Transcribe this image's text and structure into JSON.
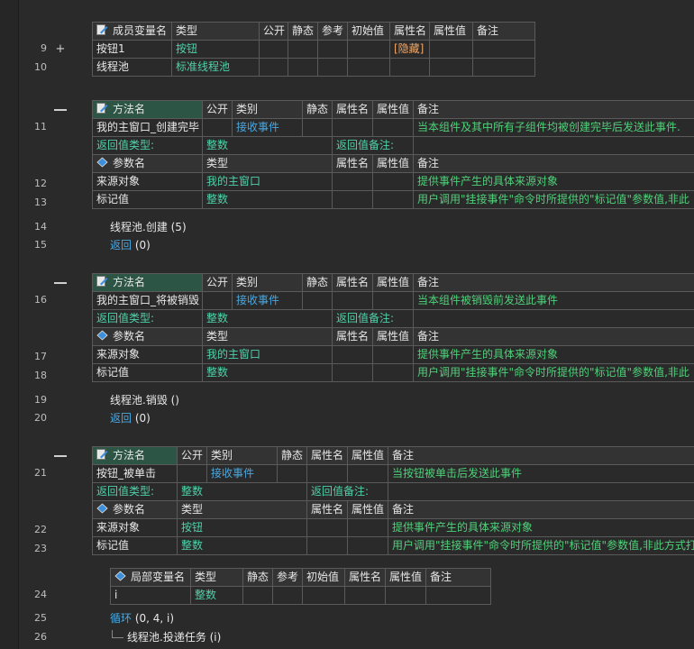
{
  "line_numbers": [
    "9",
    "10",
    "11",
    "12",
    "13",
    "14",
    "15",
    "16",
    "17",
    "18",
    "19",
    "20",
    "21",
    "22",
    "23",
    "24",
    "25",
    "26"
  ],
  "member_table": {
    "header": [
      "成员变量名",
      "类型",
      "公开",
      "静态",
      "参考",
      "初始值",
      "属性名",
      "属性值",
      "备注"
    ],
    "rows": [
      {
        "name": "按钮1",
        "type": "按钮",
        "attr_name": "[隐藏]"
      },
      {
        "name": "线程池",
        "type": "标准线程池"
      }
    ]
  },
  "method_header": [
    "方法名",
    "公开",
    "类别",
    "静态",
    "属性名",
    "属性值",
    "备注"
  ],
  "param_header": [
    "参数名",
    "类型",
    "属性名",
    "属性值",
    "备注"
  ],
  "return_type_label": "返回值类型:",
  "return_note_label": "返回值备注:",
  "methods": [
    {
      "name": "我的主窗口_创建完毕",
      "category": "接收事件",
      "return_type": "整数",
      "note": "当本组件及其中所有子组件均被创建完毕后发送此事件.",
      "params": [
        {
          "name": "来源对象",
          "type": "我的主窗口",
          "note": "提供事件产生的具体来源对象"
        },
        {
          "name": "标记值",
          "type": "整数",
          "note": "用户调用\"挂接事件\"命令时所提供的\"标记值\"参数值,非此"
        }
      ],
      "code": [
        {
          "text": "线程池.创建 (5)"
        },
        {
          "keyword": "返回",
          "text": " (0)"
        }
      ]
    },
    {
      "name": "我的主窗口_将被销毁",
      "category": "接收事件",
      "return_type": "整数",
      "note": "当本组件被销毁前发送此事件",
      "params": [
        {
          "name": "来源对象",
          "type": "我的主窗口",
          "note": "提供事件产生的具体来源对象"
        },
        {
          "name": "标记值",
          "type": "整数",
          "note": "用户调用\"挂接事件\"命令时所提供的\"标记值\"参数值,非此"
        }
      ],
      "code": [
        {
          "text": "线程池.销毁 ()"
        },
        {
          "keyword": "返回",
          "text": " (0)"
        }
      ]
    },
    {
      "name": "按钮_被单击",
      "category": "接收事件",
      "return_type": "整数",
      "note": "当按钮被单击后发送此事件",
      "params": [
        {
          "name": "来源对象",
          "type": "按钮",
          "note": "提供事件产生的具体来源对象"
        },
        {
          "name": "标记值",
          "type": "整数",
          "note": "用户调用\"挂接事件\"命令时所提供的\"标记值\"参数值,非此方式打"
        }
      ]
    }
  ],
  "local_table": {
    "header": [
      "局部变量名",
      "类型",
      "静态",
      "参考",
      "初始值",
      "属性名",
      "属性值",
      "备注"
    ],
    "rows": [
      {
        "name": "i",
        "type": "整数"
      }
    ]
  },
  "loop_code": {
    "keyword": "循环",
    "args": " (0, 4, i)"
  },
  "loop_body": "线程池.投递任务 (i)",
  "colors": {
    "background": "#2a2a2a",
    "type_teal": "#4fd1a8",
    "keyword_blue": "#4aa8e0",
    "note_green": "#4fd17a",
    "attr_orange": "#f0a868",
    "header_green": "#2c5545"
  },
  "icons": {
    "member_header": "pencil-icon",
    "method_header": "pencil-icon",
    "param_header": "diamond-icon",
    "local_header": "diamond-icon"
  }
}
